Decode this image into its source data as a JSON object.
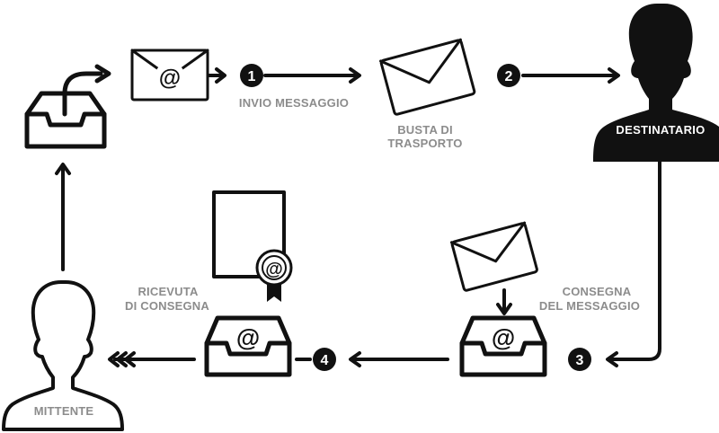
{
  "steps": {
    "step1": "1",
    "step2": "2",
    "step3": "3",
    "step4": "4"
  },
  "labels": {
    "invio": "INVIO MESSAGGIO",
    "busta_line1": "BUSTA DI",
    "busta_line2": "TRASPORTO",
    "destinatario": "DESTINATARIO",
    "consegna_line1": "CONSEGNA",
    "consegna_line2": "DEL MESSAGGIO",
    "ricevuta_line1": "RICEVUTA",
    "ricevuta_line2": "DI CONSEGNA",
    "mittente": "MITTENTE"
  },
  "symbols": {
    "at": "@"
  },
  "icons": {
    "outbox": "outbox-tray-icon",
    "email": "email-at-icon",
    "envelope": "envelope-icon",
    "recipient": "person-silhouette-icon",
    "inbox": "inbox-tray-icon",
    "receipt": "receipt-certificate-icon",
    "sender": "person-outline-icon"
  },
  "colors": {
    "ink": "#111111",
    "label_gray": "#8c8c8c",
    "background": "#ffffff"
  }
}
